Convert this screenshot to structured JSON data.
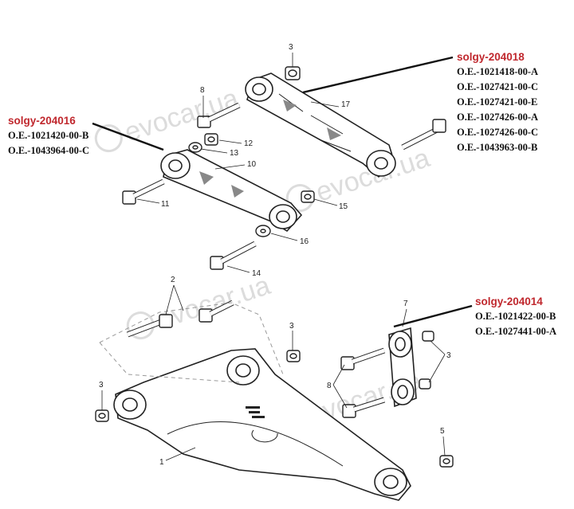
{
  "callouts": {
    "c204018": {
      "code": "solgy-204018",
      "oe": [
        "O.E.-1021418-00-A",
        "O.E.-1027421-00-C",
        "O.E.-1027421-00-E",
        "O.E.-1027426-00-A",
        "O.E.-1027426-00-C",
        "O.E.-1043963-00-B"
      ]
    },
    "c204016": {
      "code": "solgy-204016",
      "oe": [
        "O.E.-1021420-00-B",
        "O.E.-1043964-00-C"
      ]
    },
    "c204014": {
      "code": "solgy-204014",
      "oe": [
        "O.E.-1021422-00-B",
        "O.E.-1027441-00-A"
      ]
    }
  },
  "labels": {
    "n1": "1",
    "n2": "2",
    "n3": "3",
    "n5": "5",
    "n7": "7",
    "n8": "8",
    "n10": "10",
    "n11": "11",
    "n12": "12",
    "n13": "13",
    "n14": "14",
    "n15": "15",
    "n16": "16",
    "n17": "17"
  },
  "watermark": "evocar.ua",
  "colors": {
    "code": "#c0282e",
    "oe": "#111111",
    "line": "#222222"
  }
}
